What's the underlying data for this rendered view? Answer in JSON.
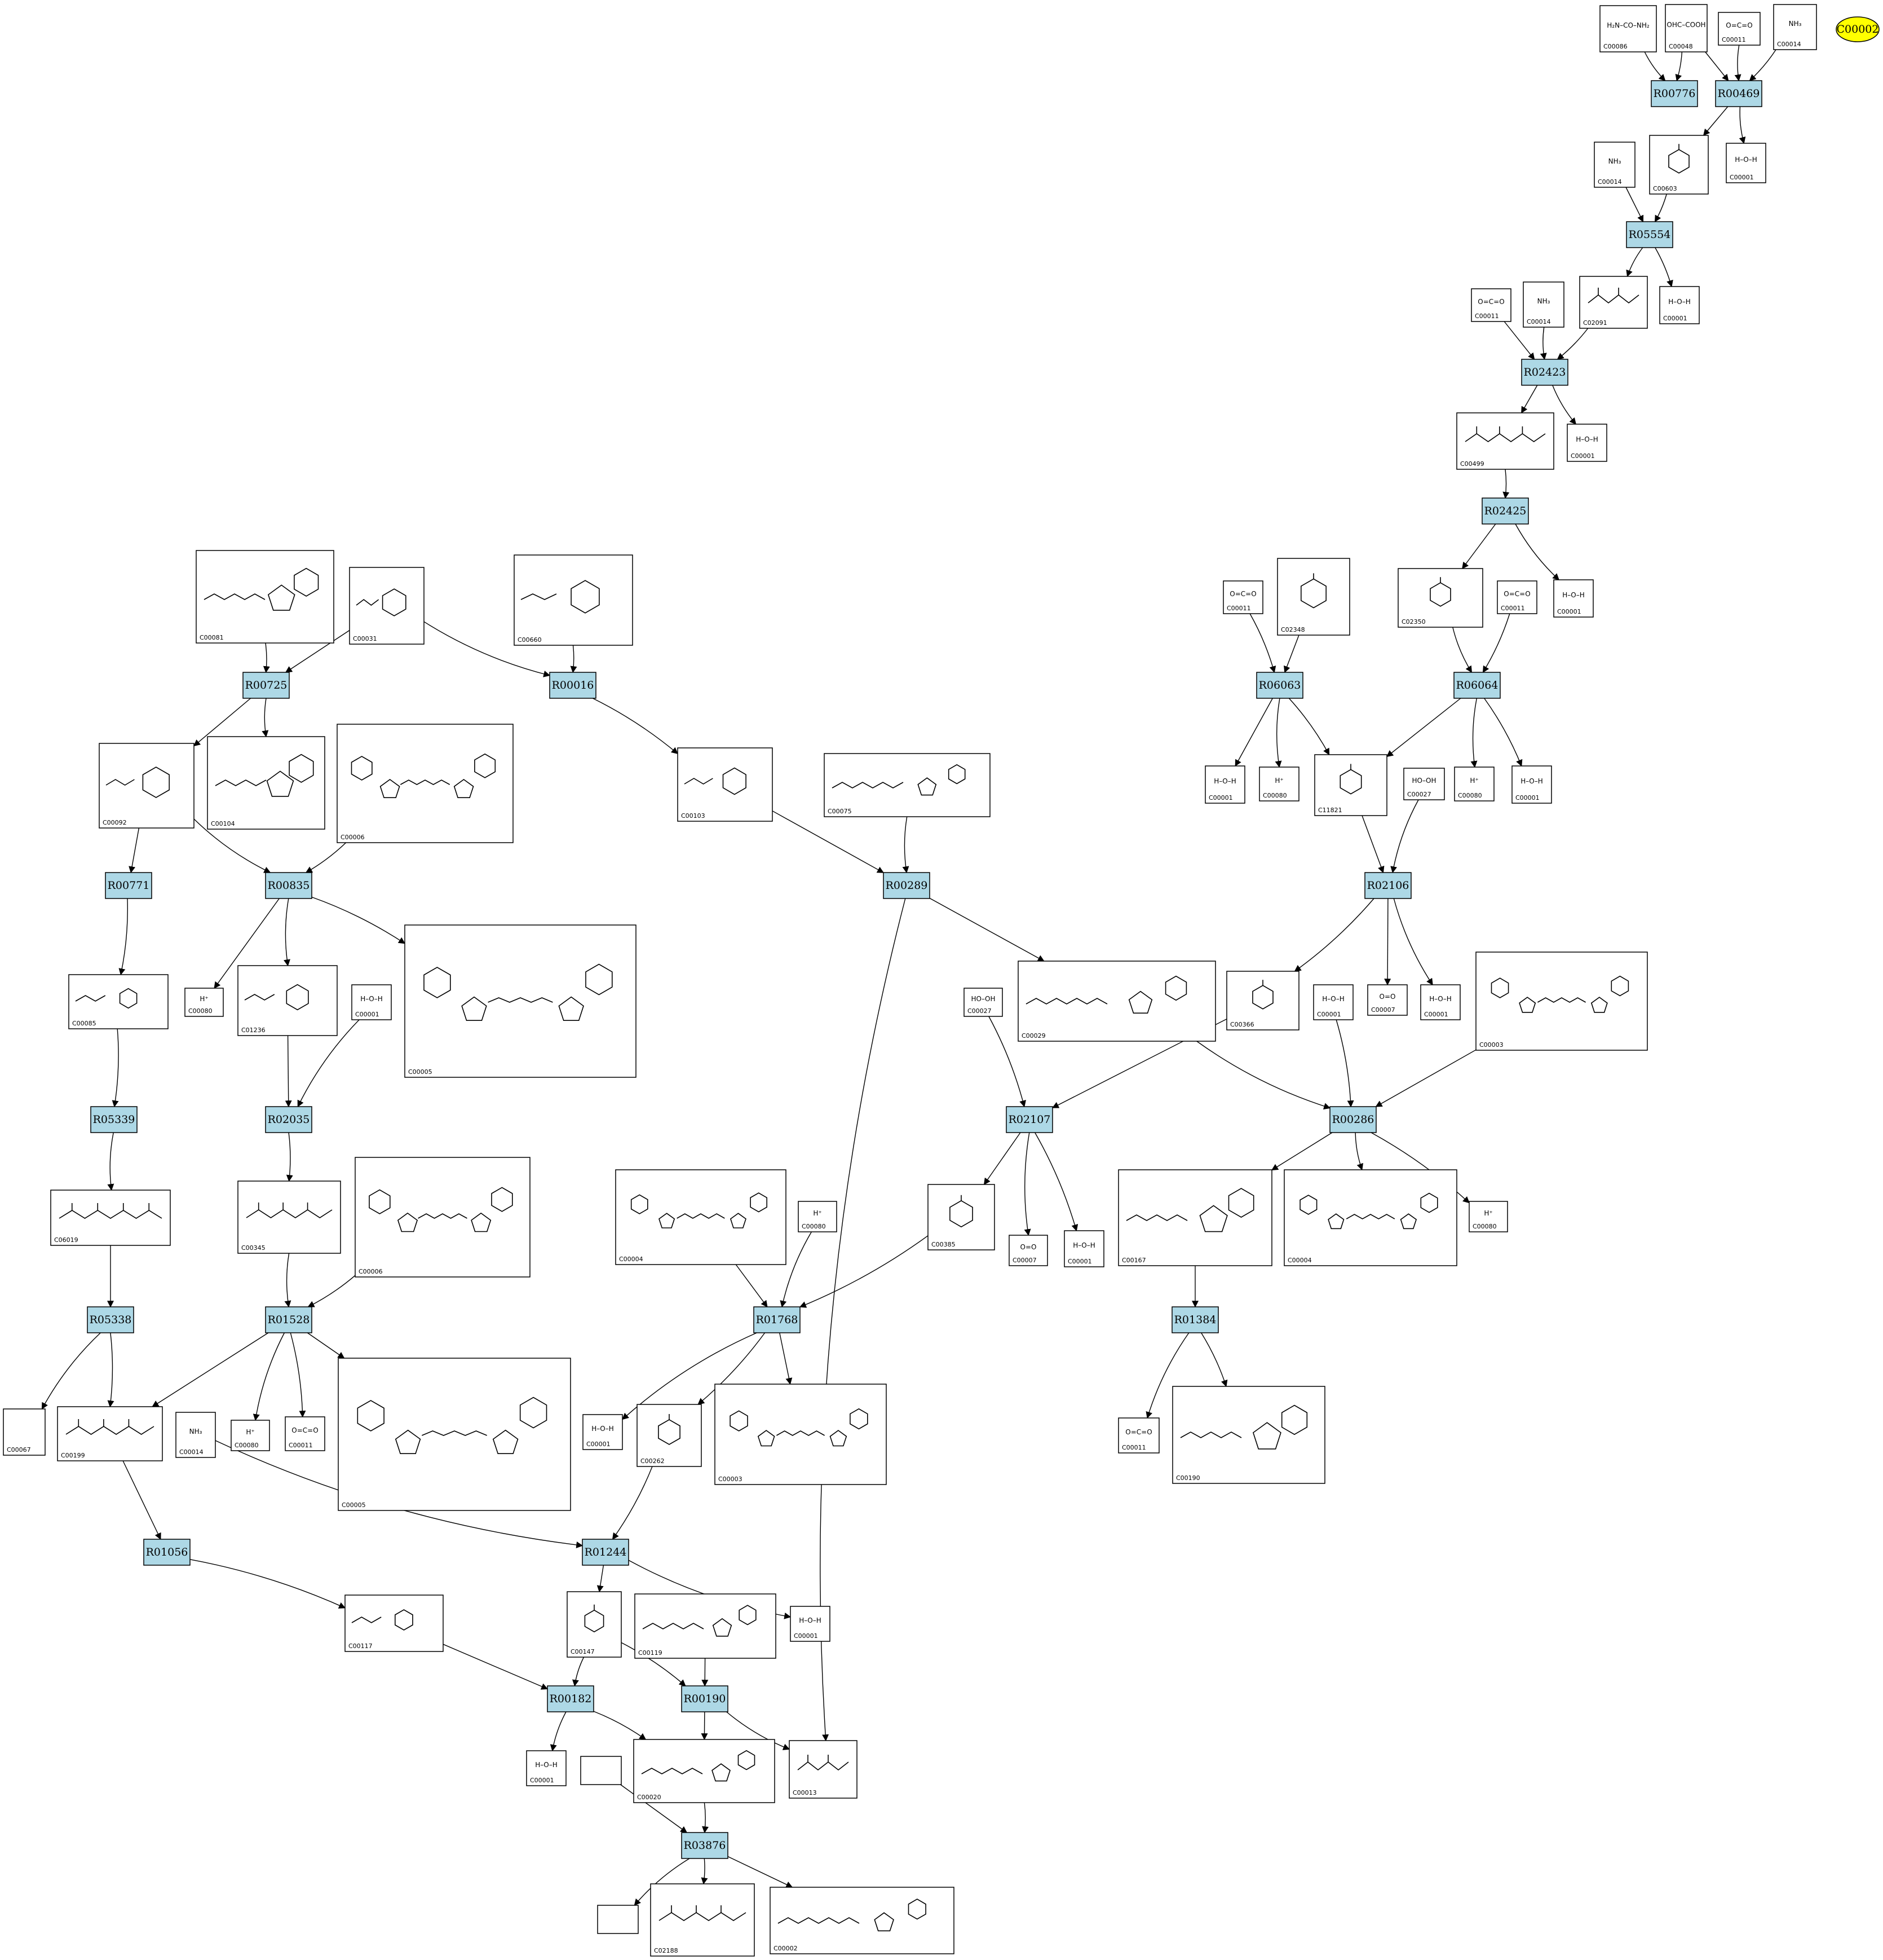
{
  "start_node": "C00002",
  "reactions": [
    {
      "id": "R00776"
    },
    {
      "id": "R00469"
    },
    {
      "id": "R05554"
    },
    {
      "id": "R02423"
    },
    {
      "id": "R02425"
    },
    {
      "id": "R06063"
    },
    {
      "id": "R06064"
    },
    {
      "id": "R02106"
    },
    {
      "id": "R00725"
    },
    {
      "id": "R00016"
    },
    {
      "id": "R00771"
    },
    {
      "id": "R00835"
    },
    {
      "id": "R00289"
    },
    {
      "id": "R05339"
    },
    {
      "id": "R02035"
    },
    {
      "id": "R02107"
    },
    {
      "id": "R00286"
    },
    {
      "id": "R05338"
    },
    {
      "id": "R01528"
    },
    {
      "id": "R01768"
    },
    {
      "id": "R01384"
    },
    {
      "id": "R01244"
    },
    {
      "id": "R01056"
    },
    {
      "id": "R00182"
    },
    {
      "id": "R00190"
    },
    {
      "id": "R03876"
    }
  ],
  "compounds": [
    {
      "id": "C00086",
      "formula": "H₂N–CO–NH₂"
    },
    {
      "id": "C00048",
      "formula": "OHC–COOH"
    },
    {
      "id": "C00011",
      "formula": "O=C=O"
    },
    {
      "id": "C00014",
      "formula": "NH₃"
    },
    {
      "id": "C00603",
      "formula": ""
    },
    {
      "id": "C00001",
      "formula": "H–O–H"
    },
    {
      "id": "C02091",
      "formula": ""
    },
    {
      "id": "C00499",
      "formula": ""
    },
    {
      "id": "C02348",
      "formula": ""
    },
    {
      "id": "C02350",
      "formula": ""
    },
    {
      "id": "C00080",
      "formula": "H⁺"
    },
    {
      "id": "C11821",
      "formula": ""
    },
    {
      "id": "C00027",
      "formula": "HO–OH"
    },
    {
      "id": "C00007",
      "formula": "O=O"
    },
    {
      "id": "C00081",
      "formula": ""
    },
    {
      "id": "C00031",
      "formula": ""
    },
    {
      "id": "C00660",
      "formula": ""
    },
    {
      "id": "C00092",
      "formula": ""
    },
    {
      "id": "C00104",
      "formula": ""
    },
    {
      "id": "C00006",
      "formula": ""
    },
    {
      "id": "C00103",
      "formula": ""
    },
    {
      "id": "C00075",
      "formula": ""
    },
    {
      "id": "C00085",
      "formula": ""
    },
    {
      "id": "C01236",
      "formula": ""
    },
    {
      "id": "C00005",
      "formula": ""
    },
    {
      "id": "C00029",
      "formula": ""
    },
    {
      "id": "C00366",
      "formula": ""
    },
    {
      "id": "C00003",
      "formula": ""
    },
    {
      "id": "C06019",
      "formula": ""
    },
    {
      "id": "C00345",
      "formula": ""
    },
    {
      "id": "C00004",
      "formula": ""
    },
    {
      "id": "C00385",
      "formula": ""
    },
    {
      "id": "C00167",
      "formula": ""
    },
    {
      "id": "C00067",
      "formula": ""
    },
    {
      "id": "C00199",
      "formula": ""
    },
    {
      "id": "C00262",
      "formula": ""
    },
    {
      "id": "C00190",
      "formula": ""
    },
    {
      "id": "C00117",
      "formula": ""
    },
    {
      "id": "C00147",
      "formula": ""
    },
    {
      "id": "C00119",
      "formula": ""
    },
    {
      "id": "C00020",
      "formula": ""
    },
    {
      "id": "C00013",
      "formula": ""
    },
    {
      "id": "C02188",
      "formula": ""
    },
    {
      "id": "C00002",
      "formula": ""
    }
  ]
}
